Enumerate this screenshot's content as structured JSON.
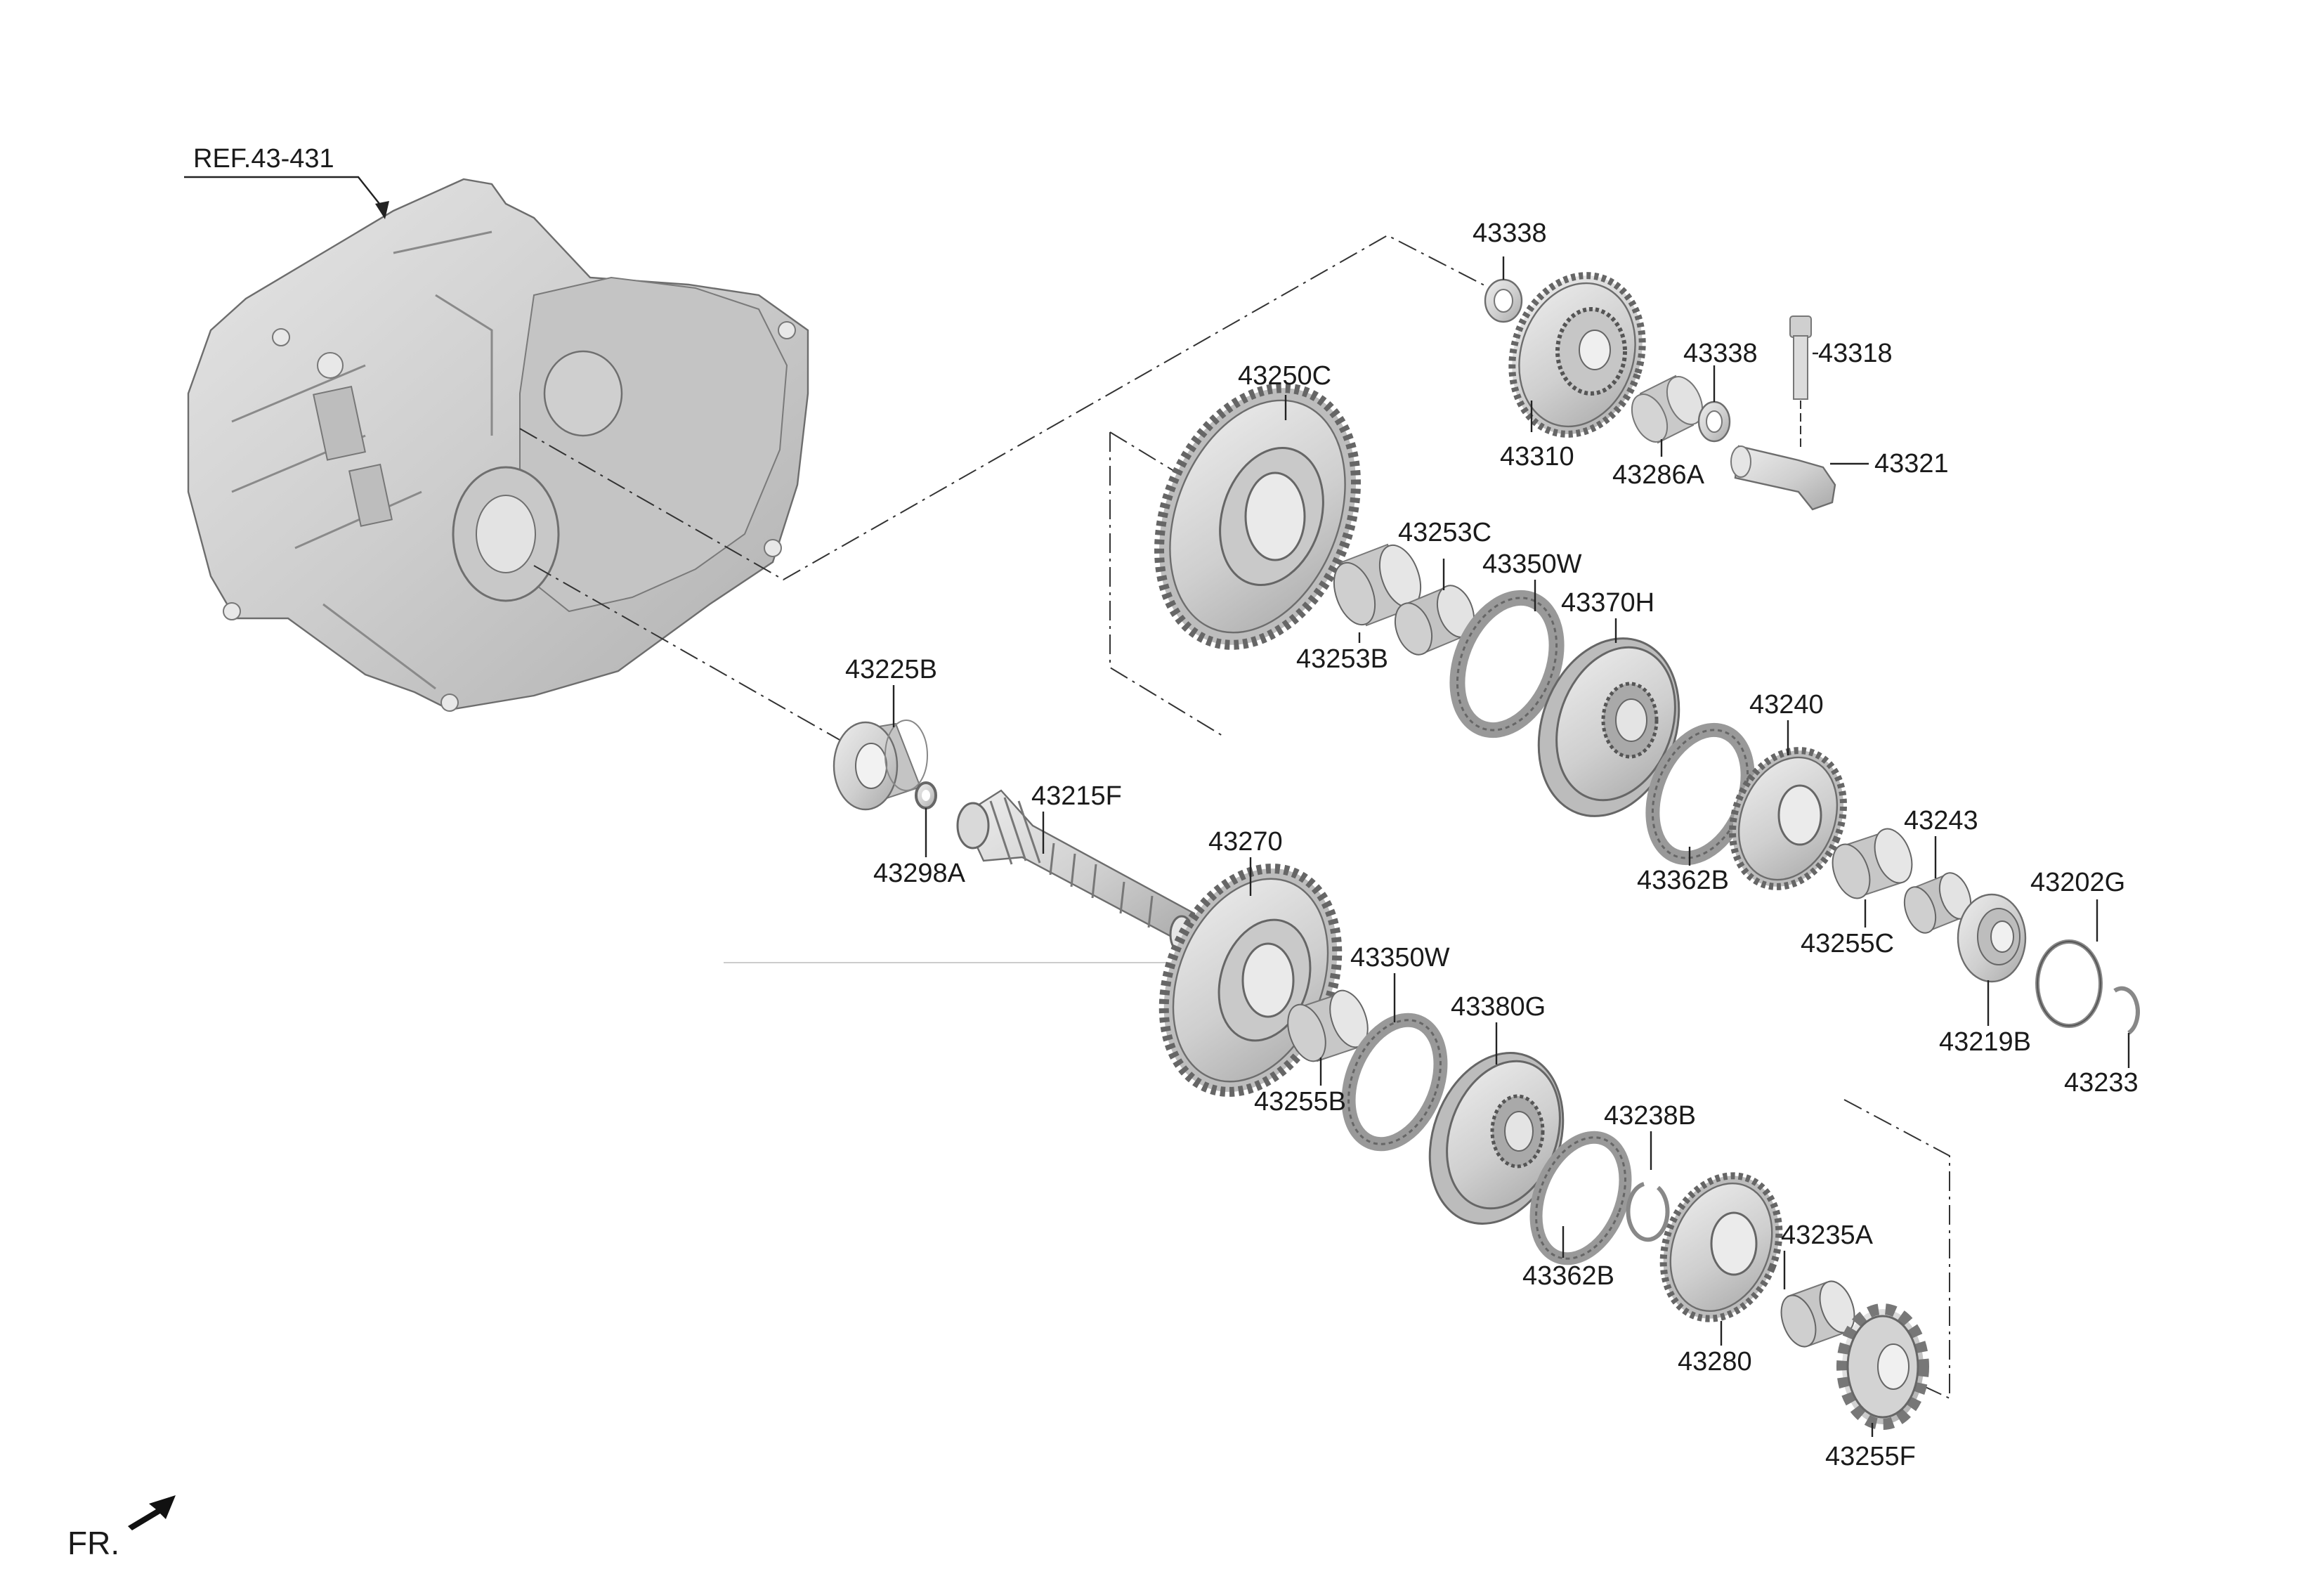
{
  "diagram": {
    "ref_label": "REF.43-431",
    "direction_label": "FR.",
    "colors": {
      "part_fill": "#d9d9d9",
      "part_shade": "#b4b4b4",
      "part_dark": "#8e8e8e",
      "line": "#222222"
    },
    "icons": [
      "transmission-case-icon",
      "gear-icon",
      "bearing-icon",
      "synchronizer-ring-icon",
      "needle-bearing-icon",
      "snap-ring-icon",
      "bolt-icon",
      "shaft-icon",
      "arrow-icon"
    ],
    "labels": {
      "p43338_top": "43338",
      "p43338_mid": "43338",
      "p43318": "43318",
      "p43310": "43310",
      "p43286A": "43286A",
      "p43321": "43321",
      "p43250C": "43250C",
      "p43253C": "43253C",
      "p43253B": "43253B",
      "p43350W_top": "43350W",
      "p43370H": "43370H",
      "p43240": "43240",
      "p43362B_top": "43362B",
      "p43243": "43243",
      "p43255C": "43255C",
      "p43202G": "43202G",
      "p43219B": "43219B",
      "p43233": "43233",
      "p43225B": "43225B",
      "p43298A": "43298A",
      "p43215F": "43215F",
      "p43270": "43270",
      "p43350W_bot": "43350W",
      "p43255B": "43255B",
      "p43380G": "43380G",
      "p43238B": "43238B",
      "p43362B_bot": "43362B",
      "p43235A": "43235A",
      "p43280": "43280",
      "p43255F": "43255F"
    }
  }
}
